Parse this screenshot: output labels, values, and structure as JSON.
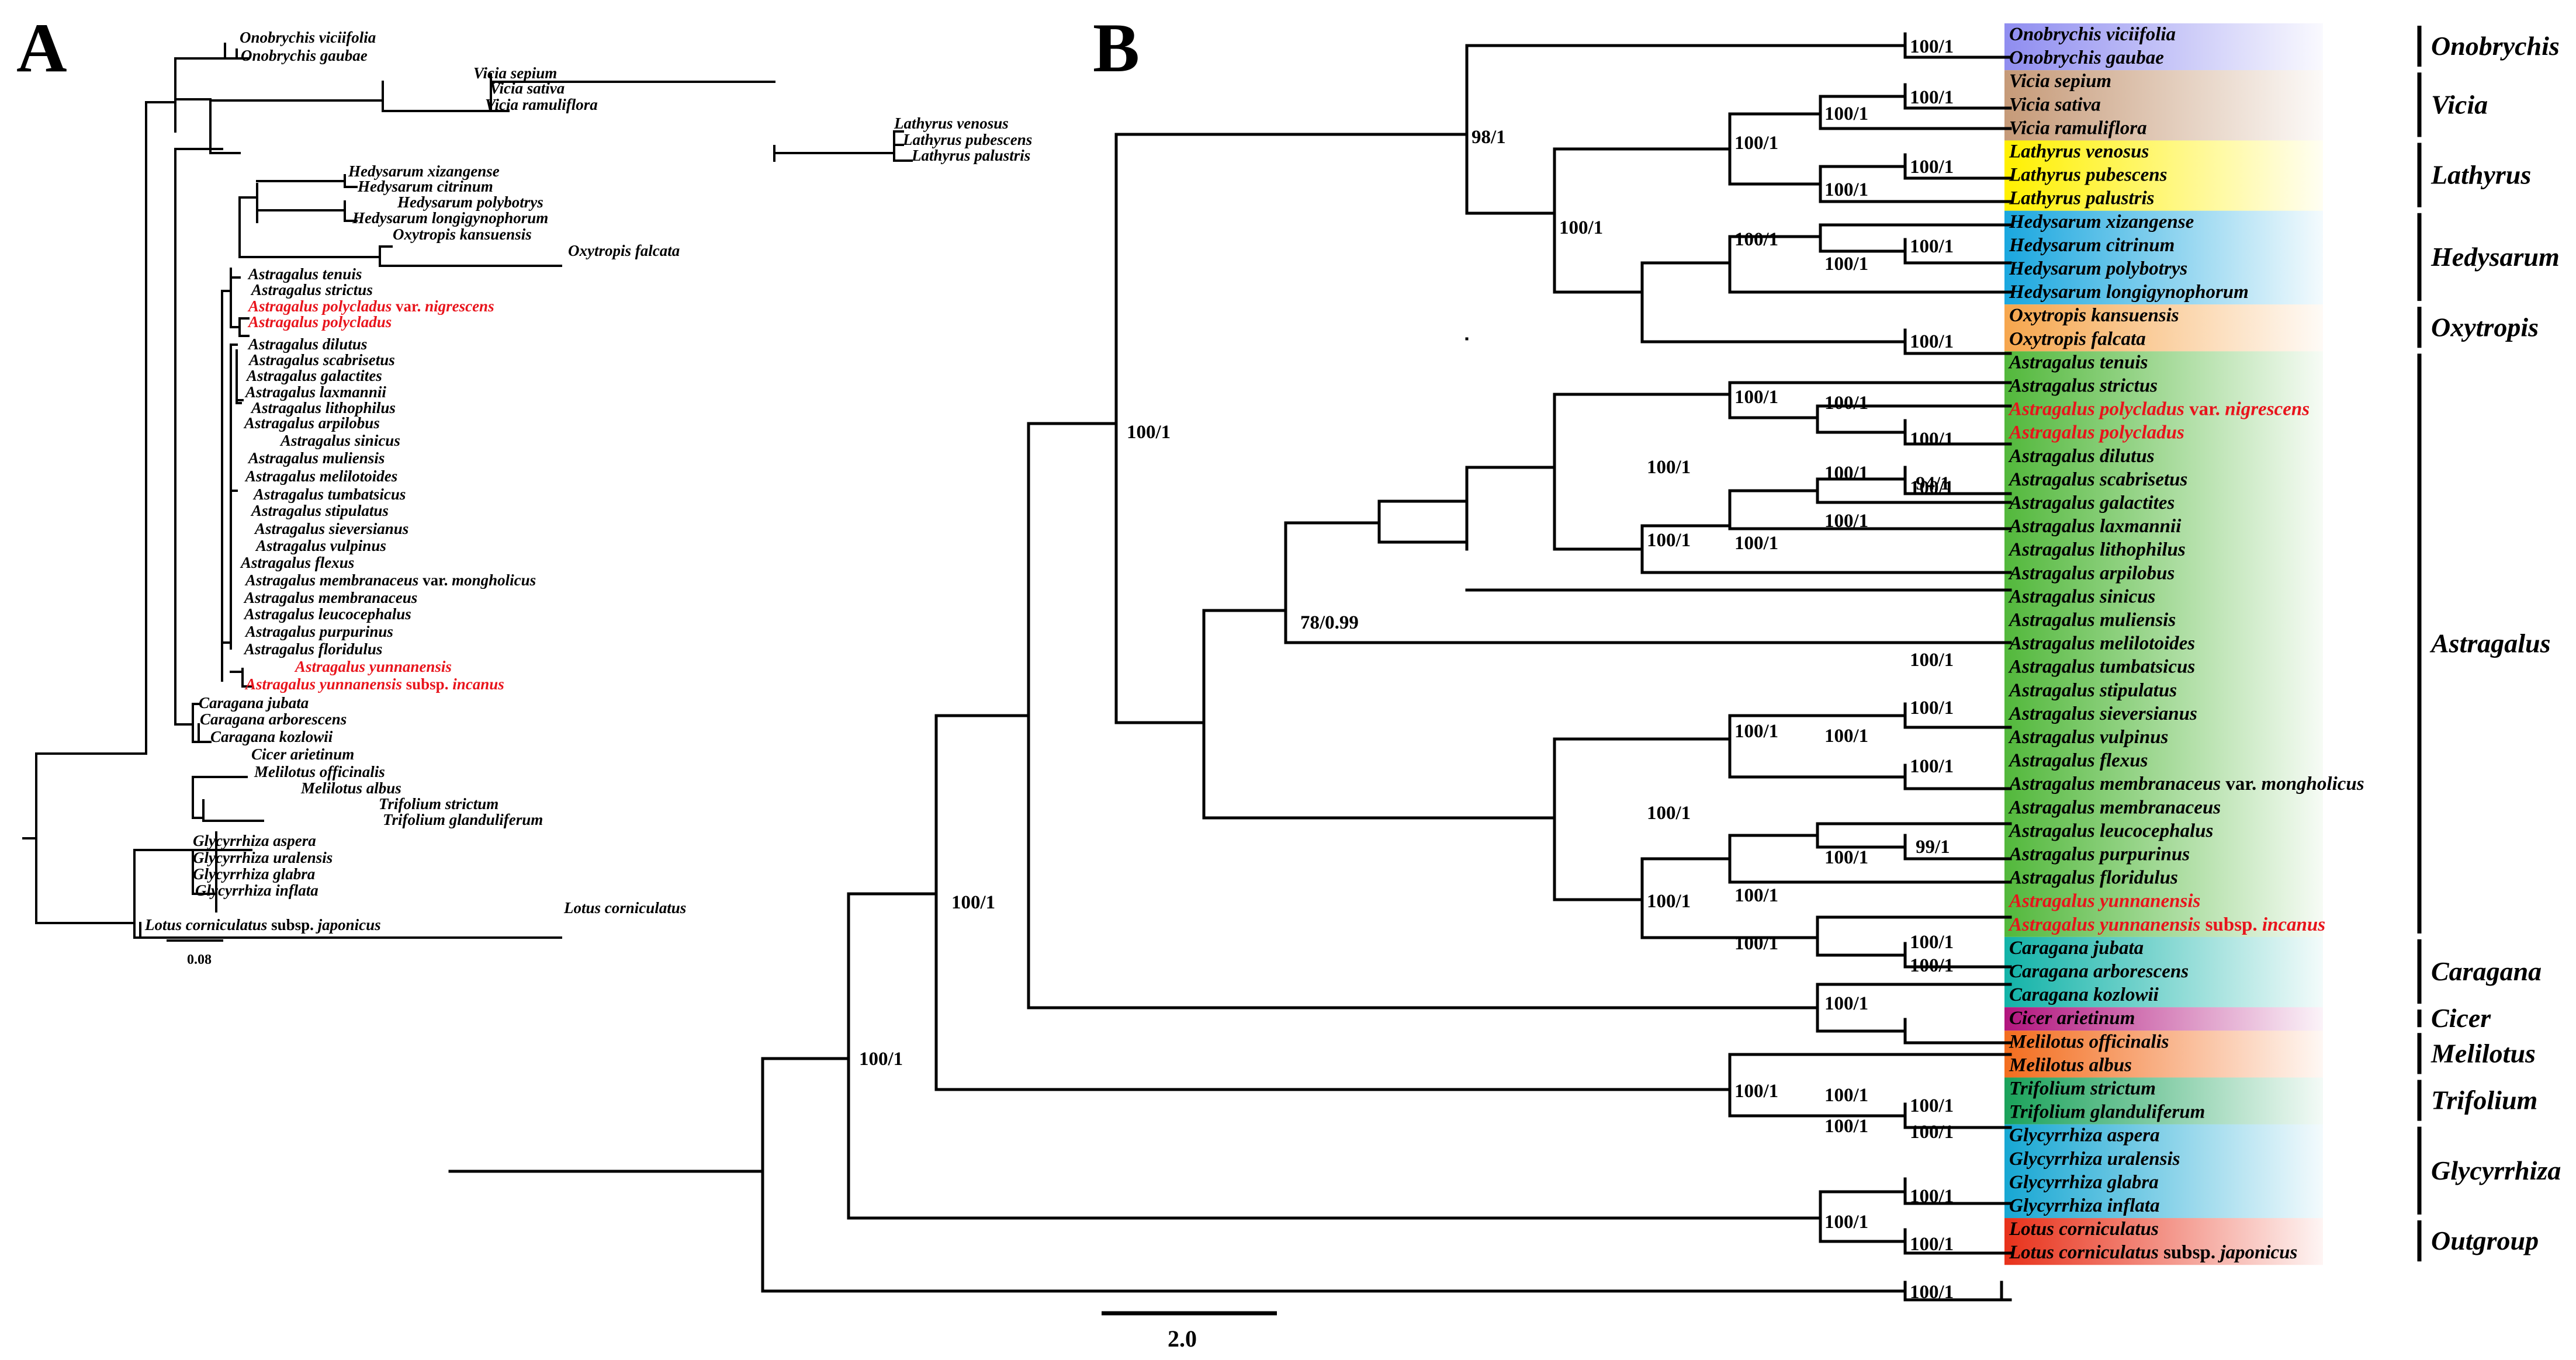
{
  "panel_a": {
    "letter": "A",
    "scale_label": "0.08",
    "taxa": [
      {
        "name": "Onobrychis viciifolia",
        "suffix": "",
        "red": false
      },
      {
        "name": "Onobrychis gaubae",
        "suffix": "",
        "red": false
      },
      {
        "name": "Vicia sepium",
        "suffix": "",
        "red": false
      },
      {
        "name": "Vicia sativa",
        "suffix": "",
        "red": false
      },
      {
        "name": "Vicia ramuliflora",
        "suffix": "",
        "red": false
      },
      {
        "name": "Lathyrus venosus",
        "suffix": "",
        "red": false
      },
      {
        "name": "Lathyrus pubescens",
        "suffix": "",
        "red": false
      },
      {
        "name": "Lathyrus palustris",
        "suffix": "",
        "red": false
      },
      {
        "name": "Hedysarum xizangense",
        "suffix": "",
        "red": false
      },
      {
        "name": "Hedysarum citrinum",
        "suffix": "",
        "red": false
      },
      {
        "name": "Hedysarum polybotrys",
        "suffix": "",
        "red": false
      },
      {
        "name": "Hedysarum longigynophorum",
        "suffix": "",
        "red": false
      },
      {
        "name": "Oxytropis kansuensis",
        "suffix": "",
        "red": false
      },
      {
        "name": "Oxytropis falcata",
        "suffix": "",
        "red": false
      },
      {
        "name": "Astragalus tenuis",
        "suffix": "",
        "red": false
      },
      {
        "name": "Astragalus strictus",
        "suffix": "",
        "red": false
      },
      {
        "name": "Astragalus polycladus",
        "suffix": " var. nigrescens",
        "red": true
      },
      {
        "name": "Astragalus polycladus",
        "suffix": "",
        "red": true
      },
      {
        "name": "Astragalus dilutus",
        "suffix": "",
        "red": false
      },
      {
        "name": "Astragalus scabrisetus",
        "suffix": "",
        "red": false
      },
      {
        "name": "Astragalus galactites",
        "suffix": "",
        "red": false
      },
      {
        "name": "Astragalus laxmannii",
        "suffix": "",
        "red": false
      },
      {
        "name": "Astragalus lithophilus",
        "suffix": "",
        "red": false
      },
      {
        "name": "Astragalus arpilobus",
        "suffix": "",
        "red": false
      },
      {
        "name": "Astragalus sinicus",
        "suffix": "",
        "red": false
      },
      {
        "name": "Astragalus muliensis",
        "suffix": "",
        "red": false
      },
      {
        "name": "Astragalus melilotoides",
        "suffix": "",
        "red": false
      },
      {
        "name": "Astragalus tumbatsicus",
        "suffix": "",
        "red": false
      },
      {
        "name": "Astragalus stipulatus",
        "suffix": "",
        "red": false
      },
      {
        "name": "Astragalus sieversianus",
        "suffix": "",
        "red": false
      },
      {
        "name": "Astragalus vulpinus",
        "suffix": "",
        "red": false
      },
      {
        "name": "Astragalus flexus",
        "suffix": "",
        "red": false
      },
      {
        "name": "Astragalus membranaceus",
        "suffix": " var. mongholicus",
        "red": false
      },
      {
        "name": "Astragalus membranaceus",
        "suffix": "",
        "red": false
      },
      {
        "name": "Astragalus leucocephalus",
        "suffix": "",
        "red": false
      },
      {
        "name": "Astragalus purpurinus",
        "suffix": "",
        "red": false
      },
      {
        "name": "Astragalus floridulus",
        "suffix": "",
        "red": false
      },
      {
        "name": "Astragalus yunnanensis",
        "suffix": "",
        "red": true
      },
      {
        "name": "Astragalus yunnanensis",
        "suffix": " subsp. incanus",
        "red": true
      },
      {
        "name": "Caragana jubata",
        "suffix": "",
        "red": false
      },
      {
        "name": "Caragana arborescens",
        "suffix": "",
        "red": false
      },
      {
        "name": "Caragana kozlowii",
        "suffix": "",
        "red": false
      },
      {
        "name": "Cicer arietinum",
        "suffix": "",
        "red": false
      },
      {
        "name": "Melilotus officinalis",
        "suffix": "",
        "red": false
      },
      {
        "name": "Melilotus albus",
        "suffix": "",
        "red": false
      },
      {
        "name": "Trifolium strictum",
        "suffix": "",
        "red": false
      },
      {
        "name": "Trifolium glanduliferum",
        "suffix": "",
        "red": false
      },
      {
        "name": "Glycyrrhiza aspera",
        "suffix": "",
        "red": false
      },
      {
        "name": "Glycyrrhiza uralensis",
        "suffix": "",
        "red": false
      },
      {
        "name": "Glycyrrhiza glabra",
        "suffix": "",
        "red": false
      },
      {
        "name": "Glycyrrhiza inflata",
        "suffix": "",
        "red": false
      },
      {
        "name": "Lotus corniculatus",
        "suffix": "",
        "red": false
      },
      {
        "name": "Lotus corniculatus",
        "suffix": " subsp. japonicus",
        "red": false
      }
    ]
  },
  "panel_b": {
    "letter": "B",
    "scale_label": "2.0",
    "taxa": [
      {
        "name": "Onobrychis viciifolia",
        "suffix": "",
        "red": false
      },
      {
        "name": "Onobrychis gaubae",
        "suffix": "",
        "red": false
      },
      {
        "name": "Vicia sepium",
        "suffix": "",
        "red": false
      },
      {
        "name": "Vicia sativa",
        "suffix": "",
        "red": false
      },
      {
        "name": "Vicia ramuliflora",
        "suffix": "",
        "red": false
      },
      {
        "name": "Lathyrus venosus",
        "suffix": "",
        "red": false
      },
      {
        "name": "Lathyrus pubescens",
        "suffix": "",
        "red": false
      },
      {
        "name": "Lathyrus palustris",
        "suffix": "",
        "red": false
      },
      {
        "name": "Hedysarum xizangense",
        "suffix": "",
        "red": false
      },
      {
        "name": "Hedysarum citrinum",
        "suffix": "",
        "red": false
      },
      {
        "name": "Hedysarum polybotrys",
        "suffix": "",
        "red": false
      },
      {
        "name": "Hedysarum longigynophorum",
        "suffix": "",
        "red": false
      },
      {
        "name": "Oxytropis kansuensis",
        "suffix": "",
        "red": false
      },
      {
        "name": "Oxytropis falcata",
        "suffix": "",
        "red": false
      },
      {
        "name": "Astragalus tenuis",
        "suffix": "",
        "red": false
      },
      {
        "name": "Astragalus strictus",
        "suffix": "",
        "red": false
      },
      {
        "name": "Astragalus polycladus",
        "suffix": " var. nigrescens",
        "red": true
      },
      {
        "name": "Astragalus polycladus",
        "suffix": "",
        "red": true
      },
      {
        "name": "Astragalus dilutus",
        "suffix": "",
        "red": false
      },
      {
        "name": "Astragalus scabrisetus",
        "suffix": "",
        "red": false
      },
      {
        "name": "Astragalus galactites",
        "suffix": "",
        "red": false
      },
      {
        "name": "Astragalus laxmannii",
        "suffix": "",
        "red": false
      },
      {
        "name": "Astragalus lithophilus",
        "suffix": "",
        "red": false
      },
      {
        "name": "Astragalus arpilobus",
        "suffix": "",
        "red": false
      },
      {
        "name": "Astragalus sinicus",
        "suffix": "",
        "red": false
      },
      {
        "name": "Astragalus muliensis",
        "suffix": "",
        "red": false
      },
      {
        "name": "Astragalus melilotoides",
        "suffix": "",
        "red": false
      },
      {
        "name": "Astragalus tumbatsicus",
        "suffix": "",
        "red": false
      },
      {
        "name": "Astragalus stipulatus",
        "suffix": "",
        "red": false
      },
      {
        "name": "Astragalus sieversianus",
        "suffix": "",
        "red": false
      },
      {
        "name": "Astragalus vulpinus",
        "suffix": "",
        "red": false
      },
      {
        "name": "Astragalus flexus",
        "suffix": "",
        "red": false
      },
      {
        "name": "Astragalus membranaceus",
        "suffix": " var. mongholicus",
        "red": false
      },
      {
        "name": "Astragalus membranaceus",
        "suffix": "",
        "red": false
      },
      {
        "name": "Astragalus leucocephalus",
        "suffix": "",
        "red": false
      },
      {
        "name": "Astragalus purpurinus",
        "suffix": "",
        "red": false
      },
      {
        "name": "Astragalus floridulus",
        "suffix": "",
        "red": false
      },
      {
        "name": "Astragalus yunnanensis",
        "suffix": "",
        "red": true
      },
      {
        "name": "Astragalus yunnanensis",
        "suffix": " subsp. incanus",
        "red": true
      },
      {
        "name": "Caragana jubata",
        "suffix": "",
        "red": false
      },
      {
        "name": "Caragana arborescens",
        "suffix": "",
        "red": false
      },
      {
        "name": "Caragana kozlowii",
        "suffix": "",
        "red": false
      },
      {
        "name": "Cicer arietinum",
        "suffix": "",
        "red": false
      },
      {
        "name": "Melilotus officinalis",
        "suffix": "",
        "red": false
      },
      {
        "name": "Melilotus albus",
        "suffix": "",
        "red": false
      },
      {
        "name": "Trifolium strictum",
        "suffix": "",
        "red": false
      },
      {
        "name": "Trifolium glanduliferum",
        "suffix": "",
        "red": false
      },
      {
        "name": "Glycyrrhiza aspera",
        "suffix": "",
        "red": false
      },
      {
        "name": "Glycyrrhiza uralensis",
        "suffix": "",
        "red": false
      },
      {
        "name": "Glycyrrhiza glabra",
        "suffix": "",
        "red": false
      },
      {
        "name": "Glycyrrhiza inflata",
        "suffix": "",
        "red": false
      },
      {
        "name": "Lotus corniculatus",
        "suffix": "",
        "red": false
      },
      {
        "name": "Lotus corniculatus",
        "suffix": " subsp. japonicus",
        "red": false
      }
    ],
    "support_values": [
      "100/1",
      "100/1",
      "100/1",
      "100/1",
      "100/1",
      "100/1",
      "100/1",
      "100/1",
      "100/1",
      "100/1",
      "100/1",
      "100/1",
      "100/1",
      "100/1",
      "94/1",
      "99/1",
      "100/1",
      "100/1",
      "100/1",
      "100/1",
      "100/1",
      "100/1",
      "100/1",
      "100/1",
      "100/1",
      "100/1",
      "100/1",
      "100/1",
      "100/1",
      "98/1",
      "100/1",
      "100/1",
      "100/1",
      "100/1",
      "100/1",
      "100/1",
      "100/1",
      "100/1",
      "100/1",
      "100/1",
      "100/1",
      "100/1",
      "100/1",
      "100/1",
      "100/1",
      "100/1",
      "78/0.99",
      "100/1",
      "100/1"
    ],
    "genus_groups": [
      {
        "label": "Onobrychis",
        "red": false,
        "color": "#8f8df0"
      },
      {
        "label": "Vicia",
        "red": false,
        "color": "#c69a78"
      },
      {
        "label": "Lathyrus",
        "red": false,
        "color": "#fff000"
      },
      {
        "label": "Hedysarum",
        "red": false,
        "color": "#1aa7df"
      },
      {
        "label": "Oxytropis",
        "red": false,
        "color": "#f6a64d"
      },
      {
        "label": "Astragalus",
        "red": true,
        "color": "#52b83b"
      },
      {
        "label": "Caragana",
        "red": false,
        "color": "#12b3a8"
      },
      {
        "label": "Cicer",
        "red": false,
        "color": "#b2157e"
      },
      {
        "label": "Melilotus",
        "red": false,
        "color": "#f36d1e"
      },
      {
        "label": "Trifolium",
        "red": false,
        "color": "#1aa25a"
      },
      {
        "label": "Glycyrrhiza",
        "red": false,
        "color": "#17a7d3"
      },
      {
        "label": "Outgroup",
        "red": false,
        "color": "#e8311a"
      }
    ]
  },
  "colors": {
    "highlight_red": "#e8141c",
    "line": "#000000"
  }
}
